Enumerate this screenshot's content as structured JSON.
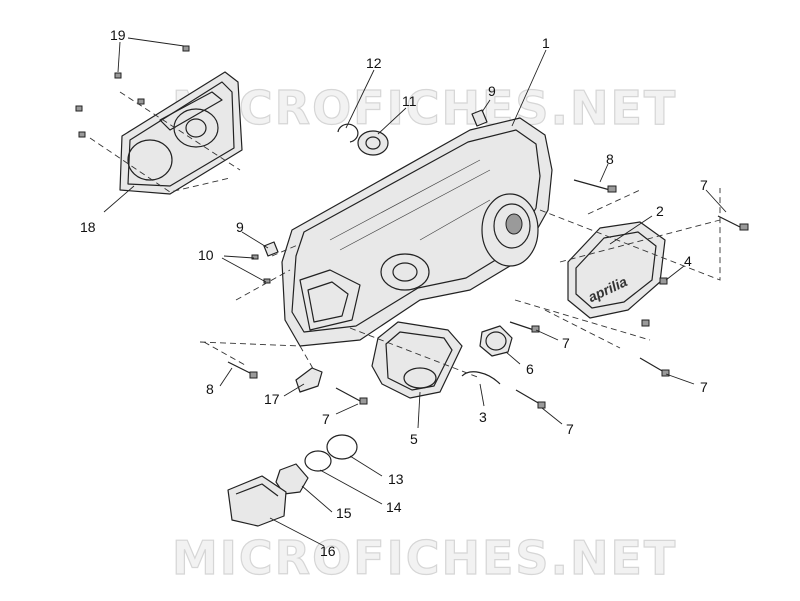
{
  "watermark": {
    "top": "MICROFICHES.NET",
    "bottom": "MICROFICHES.NET"
  },
  "cover_logo": "aprilia",
  "callouts": {
    "c1": "1",
    "c2": "2",
    "c3": "3",
    "c4": "4",
    "c5": "5",
    "c6": "6",
    "c7a": "7",
    "c7b": "7",
    "c7c": "7",
    "c7d": "7",
    "c7e": "7",
    "c8a": "8",
    "c8b": "8",
    "c9a": "9",
    "c9b": "9",
    "c10": "10",
    "c11": "11",
    "c12": "12",
    "c13": "13",
    "c14": "14",
    "c15": "15",
    "c16": "16",
    "c17": "17",
    "c18": "18",
    "c19": "19"
  }
}
